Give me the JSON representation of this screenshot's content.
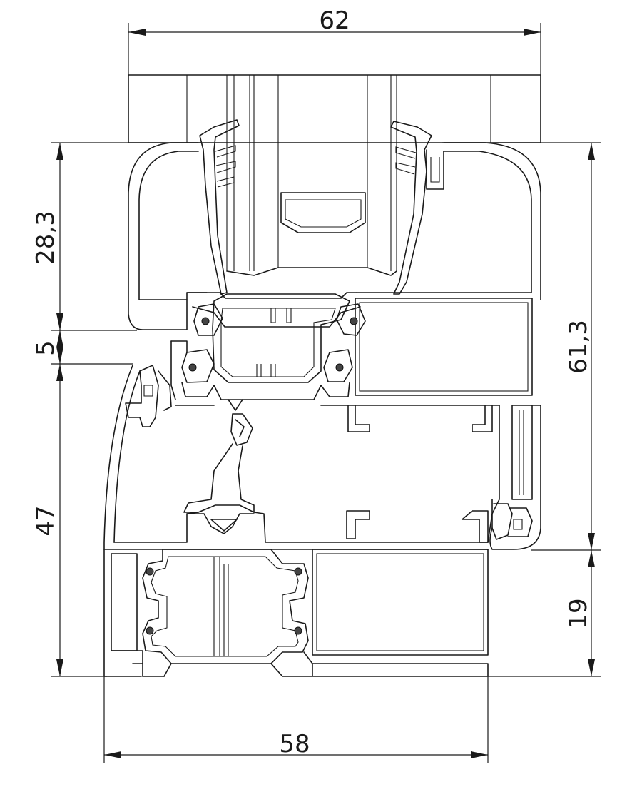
{
  "dimensions": {
    "top_width": "62",
    "bottom_width": "58",
    "left_upper": "28,3",
    "left_gap": "5",
    "left_lower": "47",
    "right_upper": "61,3",
    "right_lower": "19"
  }
}
